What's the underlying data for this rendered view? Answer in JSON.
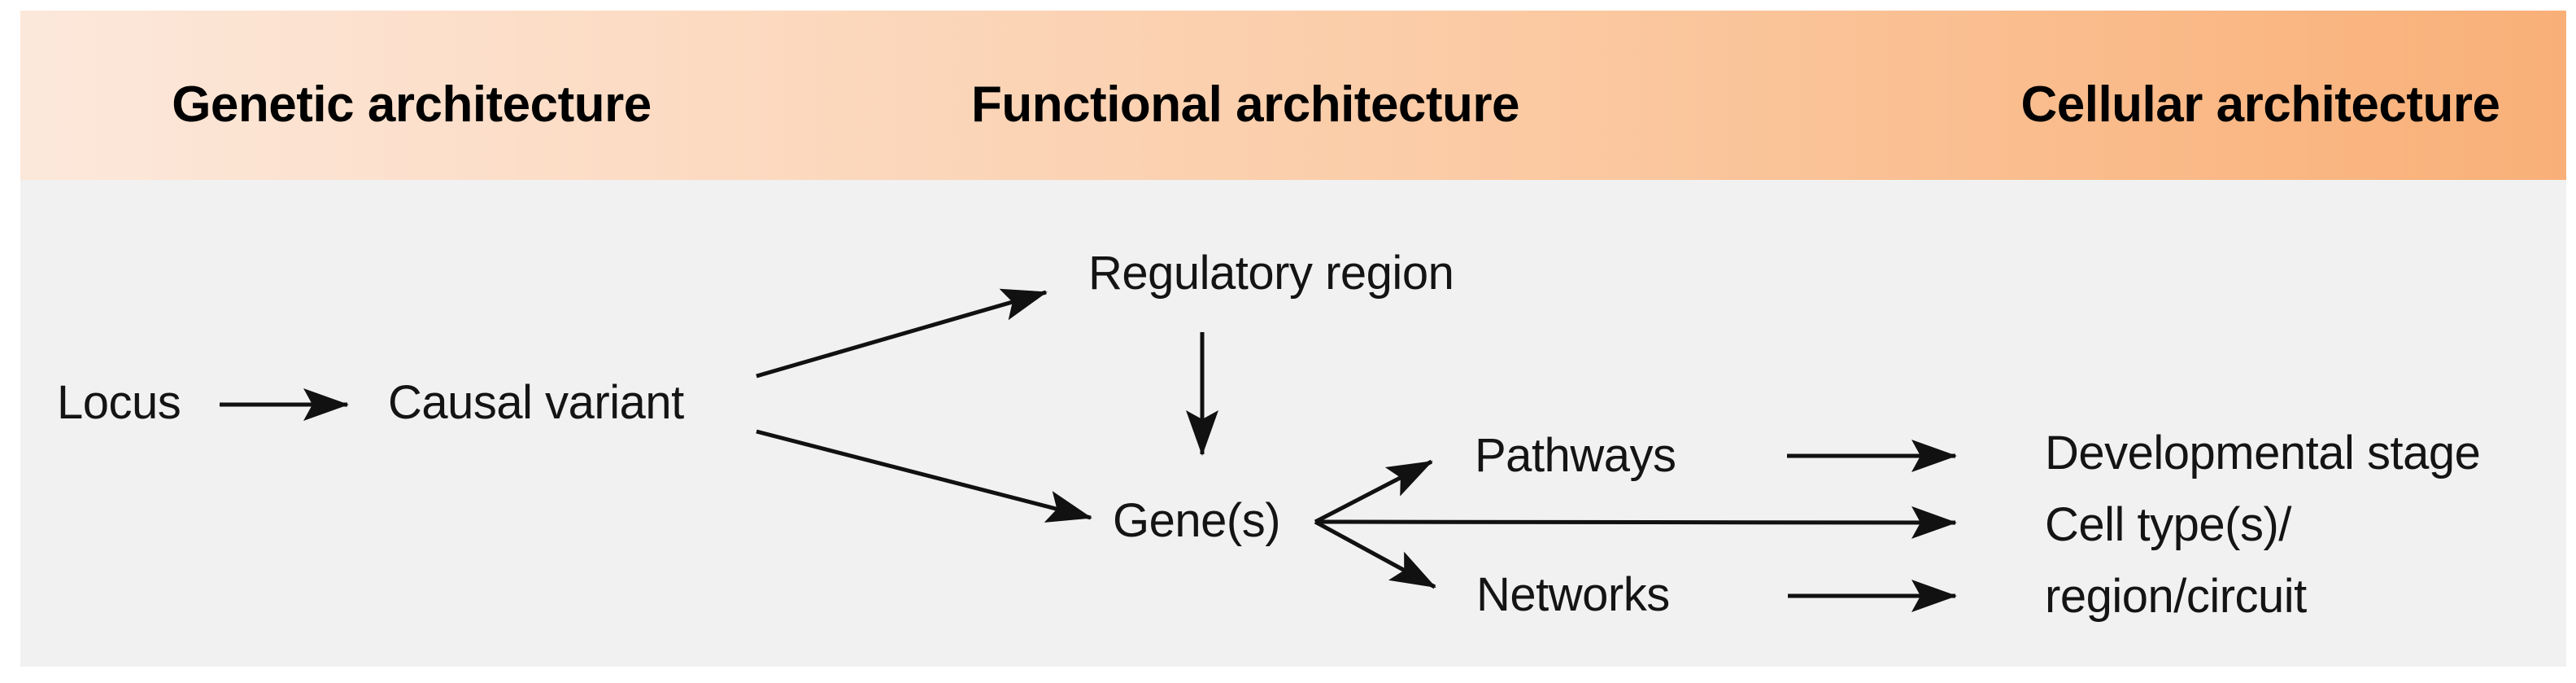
{
  "figure": {
    "headers": [
      {
        "label": "Genetic architecture"
      },
      {
        "label": "Functional architecture"
      },
      {
        "label": "Cellular architecture"
      }
    ],
    "nodes": {
      "locus": "Locus",
      "causal_variant": "Causal variant",
      "regulatory_region": "Regulatory region",
      "genes": "Gene(s)",
      "pathways": "Pathways",
      "networks": "Networks",
      "developmental_stage": "Developmental stage",
      "cell_type_line1": "Cell type(s)/",
      "cell_type_line2": "region/circuit"
    },
    "edges": [
      {
        "from": "Locus",
        "to": "Causal variant"
      },
      {
        "from": "Causal variant",
        "to": "Regulatory region"
      },
      {
        "from": "Causal variant",
        "to": "Gene(s)"
      },
      {
        "from": "Regulatory region",
        "to": "Gene(s)"
      },
      {
        "from": "Gene(s)",
        "to": "Pathways"
      },
      {
        "from": "Gene(s)",
        "to": "Cell type(s)/region/circuit"
      },
      {
        "from": "Gene(s)",
        "to": "Networks"
      },
      {
        "from": "Pathways",
        "to": "Developmental stage"
      },
      {
        "from": "Networks",
        "to": "Cell type(s)/region/circuit"
      }
    ],
    "colors": {
      "header_gradient_left": "#fce8db",
      "header_gradient_right": "#f9b078",
      "body_background": "#f1f1f1",
      "page_background": "#ffffff",
      "text": "#141414",
      "arrow": "#111111"
    }
  }
}
